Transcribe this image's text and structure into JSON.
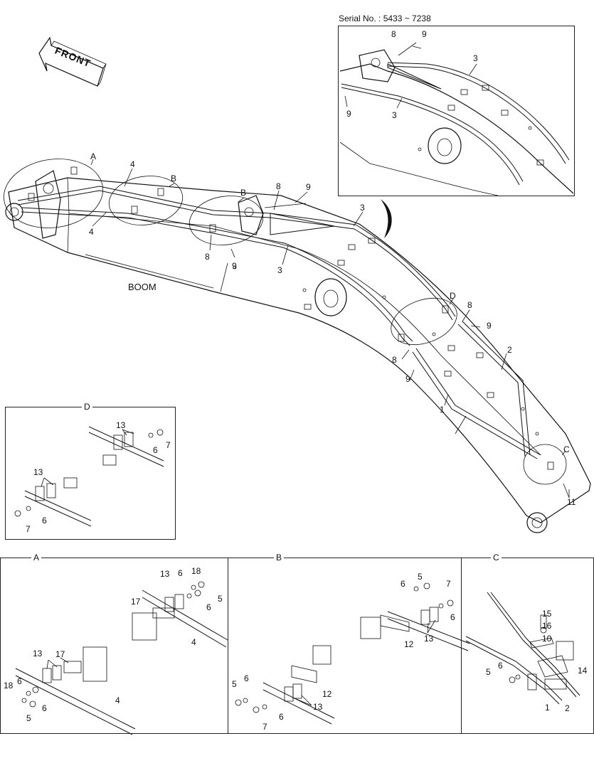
{
  "serial_note": "Serial No. : 5433 ~ 7238",
  "front_label": "FRONT",
  "boom_label": "BOOM",
  "detail_letters": {
    "a": "A",
    "b": "B",
    "c": "C",
    "d": "D"
  },
  "main_callouts": {
    "a": "A",
    "b1": "B",
    "b2": "B",
    "c": "C",
    "d": "D",
    "n1": "1",
    "n2": "2",
    "n3a": "3",
    "n3b": "3",
    "n4a": "4",
    "n4b": "4",
    "n8a": "8",
    "n8b": "8",
    "n8c": "8",
    "n8d": "8",
    "n9a": "9",
    "n9b": "9",
    "n9c": "9",
    "n9d": "9",
    "n11": "11"
  },
  "inset_callouts": {
    "n8": "8",
    "n9a": "9",
    "n9b": "9",
    "n3a": "3",
    "n3b": "3"
  },
  "detail_d_callouts": {
    "n13a": "13",
    "n6a": "6",
    "n7a": "7",
    "n13b": "13",
    "n6b": "6",
    "n7b": "7"
  },
  "detail_a_callouts": {
    "n13a": "13",
    "n6a": "6",
    "n18a": "18",
    "n6b": "6",
    "n5a": "5",
    "n17a": "17",
    "n4a": "4",
    "n13b": "13",
    "n17b": "17",
    "n18b": "18",
    "n6c": "6",
    "n6d": "6",
    "n5b": "5",
    "n4b": "4"
  },
  "detail_b_callouts": {
    "n5a": "5",
    "n6a": "6",
    "n7a": "7",
    "n6b": "6",
    "n12a": "12",
    "n13a": "13",
    "n5b": "5",
    "n6c": "6",
    "n12b": "12",
    "n13b": "13",
    "n7b": "7",
    "n6d": "6"
  },
  "detail_c_callouts": {
    "n15": "15",
    "n16": "16",
    "n10": "10",
    "n14": "14",
    "n5": "5",
    "n6": "6",
    "n1": "1",
    "n2": "2"
  }
}
